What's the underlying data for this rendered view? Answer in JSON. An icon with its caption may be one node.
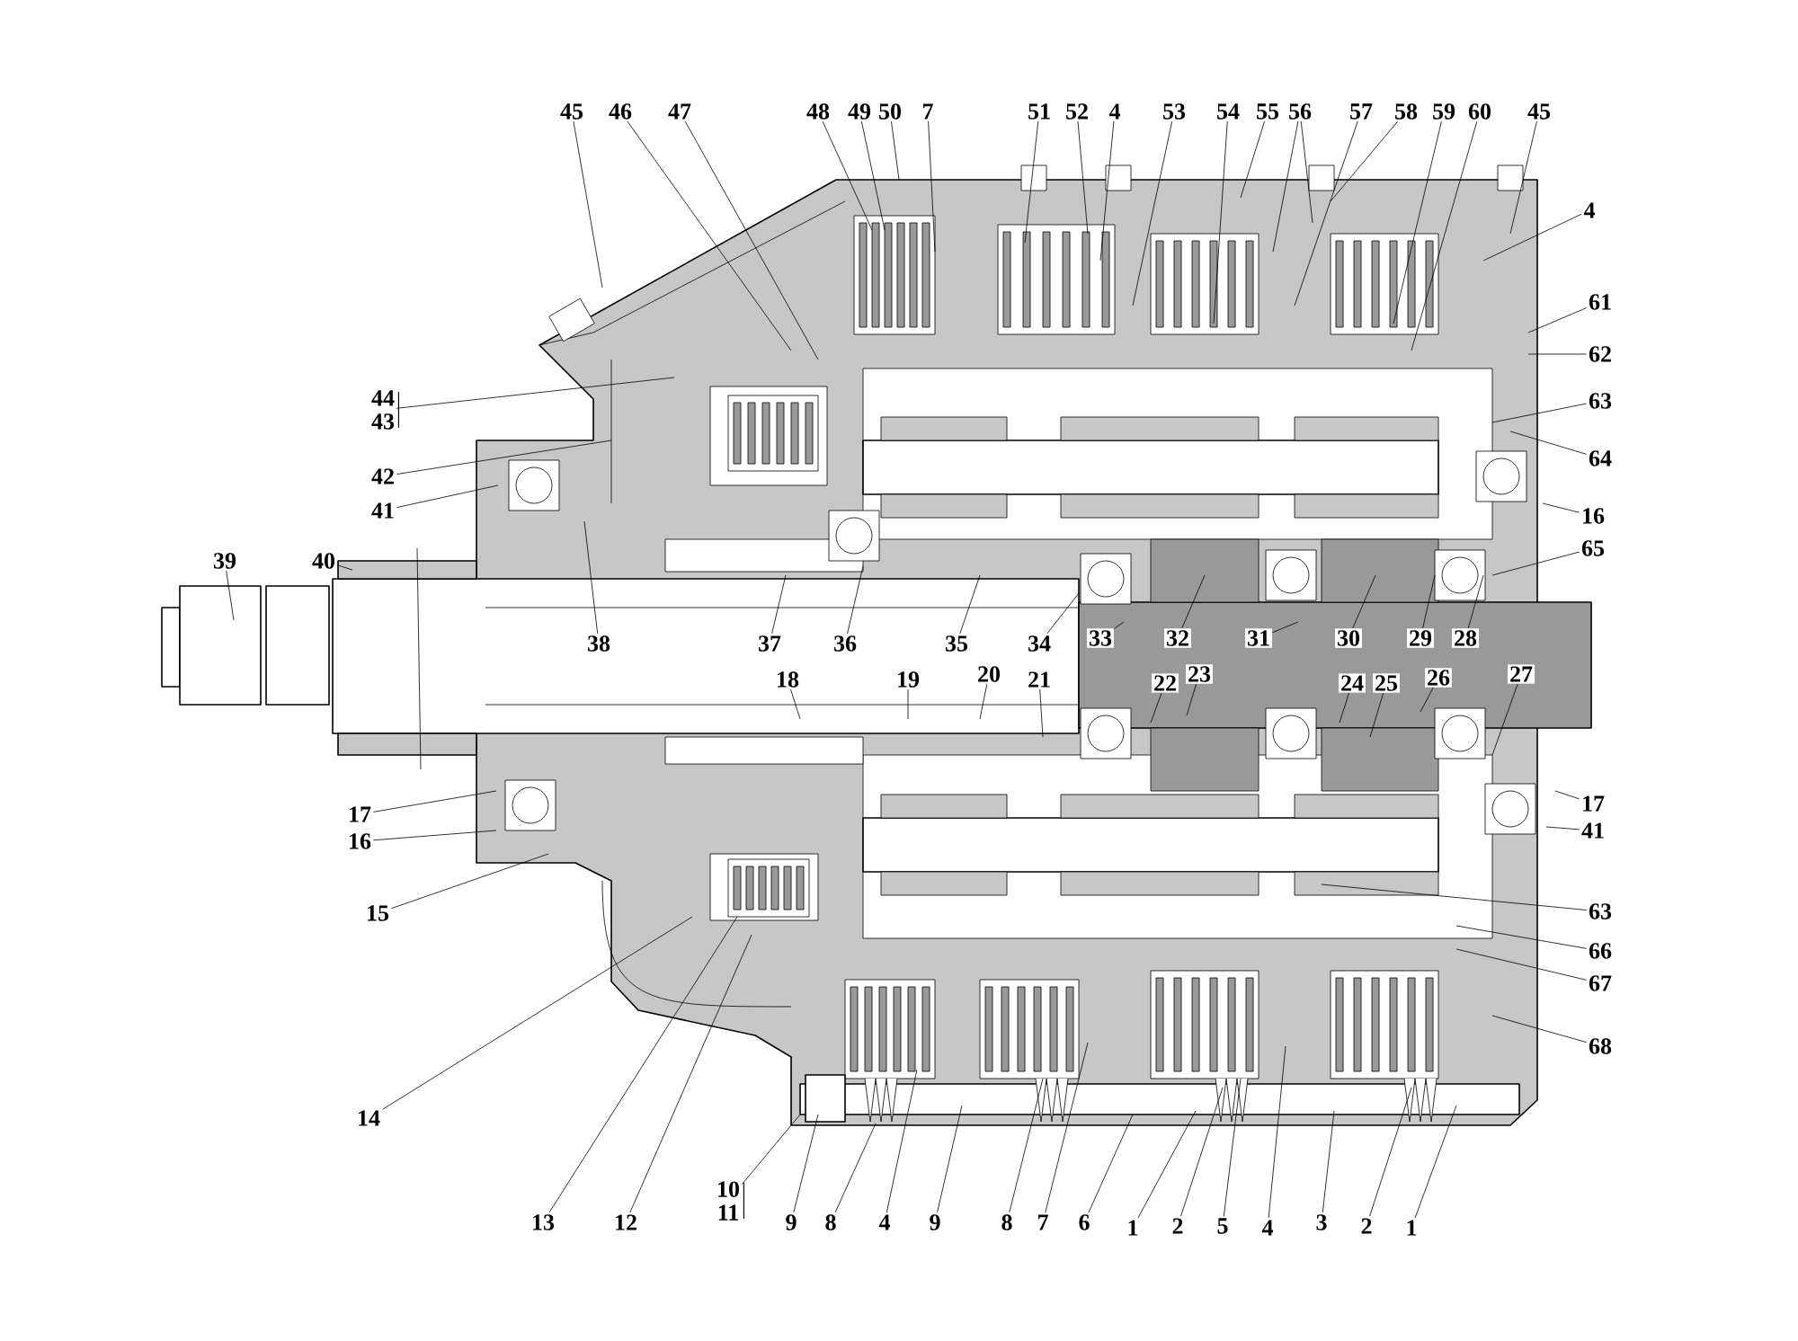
{
  "diagram": {
    "nodes": [
      {
        "text": [
          "45"
        ]
      },
      {
        "text": [
          "46"
        ]
      },
      {
        "text": [
          "47"
        ]
      },
      {
        "text": [
          "48"
        ]
      },
      {
        "text": [
          "49"
        ]
      },
      {
        "text": [
          "50"
        ]
      },
      {
        "text": [
          "7"
        ]
      },
      {
        "text": [
          "51"
        ]
      },
      {
        "text": [
          "52"
        ]
      },
      {
        "text": [
          "4"
        ]
      },
      {
        "text": [
          "53"
        ]
      },
      {
        "text": [
          "54"
        ]
      },
      {
        "text": [
          "55"
        ]
      },
      {
        "text": [
          "56"
        ]
      },
      {
        "text": [
          "57"
        ]
      },
      {
        "text": [
          "58"
        ]
      },
      {
        "text": [
          "59"
        ]
      },
      {
        "text": [
          "60"
        ]
      },
      {
        "text": [
          "45"
        ]
      },
      {
        "text": [
          "4"
        ]
      },
      {
        "text": [
          "61"
        ]
      },
      {
        "text": [
          "62"
        ]
      },
      {
        "text": [
          "63"
        ]
      },
      {
        "text": [
          "64"
        ]
      },
      {
        "text": [
          "16"
        ]
      },
      {
        "text": [
          "65"
        ]
      },
      {
        "text": [
          "44",
          "43"
        ]
      },
      {
        "text": [
          "42"
        ]
      },
      {
        "text": [
          "41"
        ]
      },
      {
        "text": [
          "39"
        ]
      },
      {
        "text": [
          "40"
        ]
      },
      {
        "text": [
          "38"
        ]
      },
      {
        "text": [
          "37"
        ]
      },
      {
        "text": [
          "36"
        ]
      },
      {
        "text": [
          "35"
        ]
      },
      {
        "text": [
          "34"
        ]
      },
      {
        "text": [
          "33"
        ]
      },
      {
        "text": [
          "32"
        ]
      },
      {
        "text": [
          "31"
        ]
      },
      {
        "text": [
          "30"
        ]
      },
      {
        "text": [
          "29"
        ]
      },
      {
        "text": [
          "28"
        ]
      },
      {
        "text": [
          "18"
        ]
      },
      {
        "text": [
          "19"
        ]
      },
      {
        "text": [
          "20"
        ]
      },
      {
        "text": [
          "21"
        ]
      },
      {
        "text": [
          "22"
        ]
      },
      {
        "text": [
          "23"
        ]
      },
      {
        "text": [
          "24"
        ]
      },
      {
        "text": [
          "25"
        ]
      },
      {
        "text": [
          "26"
        ]
      },
      {
        "text": [
          "27"
        ]
      },
      {
        "text": [
          "17"
        ]
      },
      {
        "text": [
          "41"
        ]
      },
      {
        "text": [
          "63"
        ]
      },
      {
        "text": [
          "66"
        ]
      },
      {
        "text": [
          "67"
        ]
      },
      {
        "text": [
          "68"
        ]
      },
      {
        "text": [
          "17"
        ]
      },
      {
        "text": [
          "16"
        ]
      },
      {
        "text": [
          "15"
        ]
      },
      {
        "text": [
          "14"
        ]
      },
      {
        "text": [
          "13"
        ]
      },
      {
        "text": [
          "12"
        ]
      },
      {
        "text": [
          "10",
          "11"
        ]
      },
      {
        "text": [
          "9"
        ]
      },
      {
        "text": [
          "8"
        ]
      },
      {
        "text": [
          "4"
        ]
      },
      {
        "text": [
          "9"
        ]
      },
      {
        "text": [
          "8"
        ]
      },
      {
        "text": [
          "7"
        ]
      },
      {
        "text": [
          "6"
        ]
      },
      {
        "text": [
          "1"
        ]
      },
      {
        "text": [
          "2"
        ]
      },
      {
        "text": [
          "5"
        ]
      },
      {
        "text": [
          "4"
        ]
      },
      {
        "text": [
          "3"
        ]
      },
      {
        "text": [
          "2"
        ]
      },
      {
        "text": [
          "1"
        ]
      }
    ],
    "edges": [
      {
        "from": 0,
        "to": null,
        "arrow": "none"
      },
      {
        "from": 1,
        "to": null,
        "arrow": "none"
      },
      {
        "from": 2,
        "to": null,
        "arrow": "none"
      },
      {
        "from": 3,
        "to": null,
        "arrow": "none"
      },
      {
        "from": 4,
        "to": null,
        "arrow": "none"
      },
      {
        "from": 5,
        "to": null,
        "arrow": "none"
      },
      {
        "from": 6,
        "to": null,
        "arrow": "none"
      },
      {
        "from": 7,
        "to": null,
        "arrow": "none"
      },
      {
        "from": 8,
        "to": null,
        "arrow": "none"
      },
      {
        "from": 9,
        "to": null,
        "arrow": "none"
      },
      {
        "from": 10,
        "to": null,
        "arrow": "none"
      },
      {
        "from": 11,
        "to": null,
        "arrow": "none"
      },
      {
        "from": 12,
        "to": null,
        "arrow": "none"
      },
      {
        "from": 13,
        "to": null,
        "arrow": "none"
      },
      {
        "from": 13,
        "to": null,
        "arrow": "none"
      },
      {
        "from": 14,
        "to": null,
        "arrow": "none"
      },
      {
        "from": 15,
        "to": null,
        "arrow": "none"
      },
      {
        "from": 16,
        "to": null,
        "arrow": "none"
      },
      {
        "from": 17,
        "to": null,
        "arrow": "none"
      },
      {
        "from": 18,
        "to": null,
        "arrow": "none"
      },
      {
        "from": 19,
        "to": null,
        "arrow": "none"
      },
      {
        "from": 20,
        "to": null,
        "arrow": "none"
      },
      {
        "from": 21,
        "to": null,
        "arrow": "none"
      },
      {
        "from": 22,
        "to": null,
        "arrow": "none"
      },
      {
        "from": 23,
        "to": null,
        "arrow": "none"
      },
      {
        "from": 24,
        "to": null,
        "arrow": "none"
      },
      {
        "from": 25,
        "to": null,
        "arrow": "none"
      },
      {
        "from": 26,
        "to": null,
        "arrow": "none"
      },
      {
        "from": 27,
        "to": null,
        "arrow": "none"
      },
      {
        "from": 28,
        "to": null,
        "arrow": "none"
      },
      {
        "from": 29,
        "to": null,
        "arrow": "none"
      },
      {
        "from": 30,
        "to": null,
        "arrow": "none"
      },
      {
        "from": 31,
        "to": null,
        "arrow": "none"
      },
      {
        "from": 32,
        "to": null,
        "arrow": "none"
      },
      {
        "from": 33,
        "to": null,
        "arrow": "none"
      },
      {
        "from": 34,
        "to": null,
        "arrow": "none"
      },
      {
        "from": 35,
        "to": null,
        "arrow": "none"
      },
      {
        "from": 36,
        "to": null,
        "arrow": "none"
      },
      {
        "from": 37,
        "to": null,
        "arrow": "none"
      },
      {
        "from": 38,
        "to": null,
        "arrow": "none"
      },
      {
        "from": 39,
        "to": null,
        "arrow": "none"
      },
      {
        "from": 40,
        "to": null,
        "arrow": "none"
      },
      {
        "from": 41,
        "to": null,
        "arrow": "none"
      },
      {
        "from": 42,
        "to": null,
        "arrow": "none"
      },
      {
        "from": 43,
        "to": null,
        "arrow": "none"
      },
      {
        "from": 44,
        "to": null,
        "arrow": "none"
      },
      {
        "from": 45,
        "to": null,
        "arrow": "none"
      },
      {
        "from": 46,
        "to": null,
        "arrow": "none"
      },
      {
        "from": 47,
        "to": null,
        "arrow": "none"
      },
      {
        "from": 48,
        "to": null,
        "arrow": "none"
      },
      {
        "from": 49,
        "to": null,
        "arrow": "none"
      },
      {
        "from": 50,
        "to": null,
        "arrow": "none"
      },
      {
        "from": 51,
        "to": null,
        "arrow": "none"
      },
      {
        "from": 52,
        "to": null,
        "arrow": "none"
      },
      {
        "from": 53,
        "to": null,
        "arrow": "none"
      },
      {
        "from": 54,
        "to": null,
        "arrow": "none"
      },
      {
        "from": 55,
        "to": null,
        "arrow": "none"
      },
      {
        "from": 56,
        "to": null,
        "arrow": "none"
      },
      {
        "from": 57,
        "to": null,
        "arrow": "none"
      },
      {
        "from": 58,
        "to": null,
        "arrow": "none"
      },
      {
        "from": 59,
        "to": null,
        "arrow": "none"
      },
      {
        "from": 60,
        "to": null,
        "arrow": "none"
      },
      {
        "from": 61,
        "to": null,
        "arrow": "none"
      },
      {
        "from": 62,
        "to": null,
        "arrow": "none"
      },
      {
        "from": 63,
        "to": null,
        "arrow": "none"
      },
      {
        "from": 64,
        "to": null,
        "arrow": "none"
      },
      {
        "from": 65,
        "to": null,
        "arrow": "none"
      },
      {
        "from": 66,
        "to": null,
        "arrow": "none"
      },
      {
        "from": 67,
        "to": null,
        "arrow": "none"
      },
      {
        "from": 68,
        "to": null,
        "arrow": "none"
      },
      {
        "from": 69,
        "to": null,
        "arrow": "none"
      },
      {
        "from": 70,
        "to": null,
        "arrow": "none"
      },
      {
        "from": 71,
        "to": null,
        "arrow": "none"
      },
      {
        "from": 72,
        "to": null,
        "arrow": "none"
      },
      {
        "from": 73,
        "to": null,
        "arrow": "none"
      },
      {
        "from": 74,
        "to": null,
        "arrow": "none"
      },
      {
        "from": 75,
        "to": null,
        "arrow": "none"
      },
      {
        "from": 76,
        "to": null,
        "arrow": "none"
      },
      {
        "from": 77,
        "to": null,
        "arrow": "none"
      },
      {
        "from": 78,
        "to": null,
        "arrow": "none"
      }
    ]
  }
}
